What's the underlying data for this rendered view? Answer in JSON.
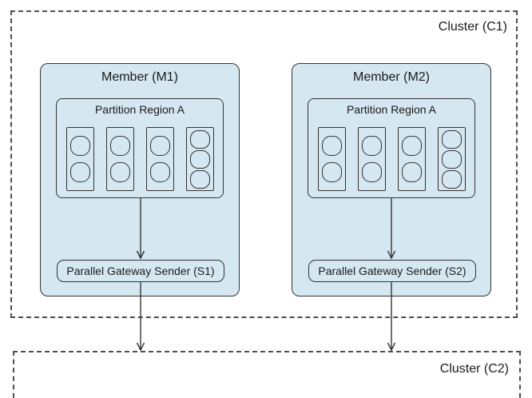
{
  "clusters": {
    "c1": {
      "label": "Cluster (C1)"
    },
    "c2": {
      "label": "Cluster (C2)"
    }
  },
  "members": [
    {
      "title": "Member (M1)",
      "region_label": "Partition Region A",
      "sender_label": "Parallel Gateway Sender (S1)",
      "buckets": [
        2,
        2,
        2,
        3
      ]
    },
    {
      "title": "Member (M2)",
      "region_label": "Partition Region A",
      "sender_label": "Parallel Gateway Sender (S2)",
      "buckets": [
        2,
        2,
        2,
        3
      ]
    }
  ],
  "colors": {
    "shape_fill": "#d5e7f1",
    "shape_stroke": "#333333",
    "dashed_stroke": "#4d4d4d",
    "arrow": "#333333",
    "background": "#ffffff"
  }
}
